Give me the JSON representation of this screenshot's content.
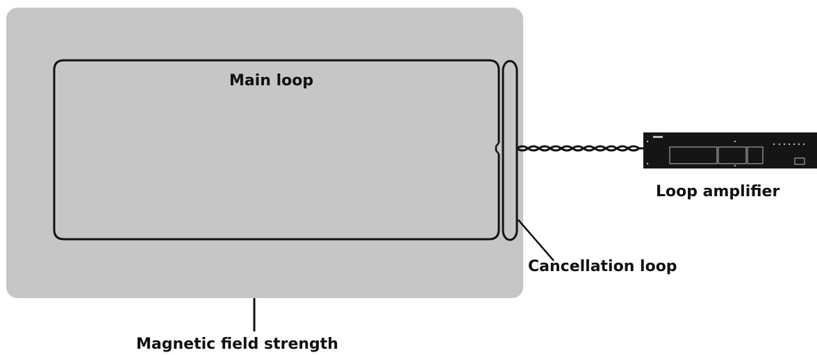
{
  "labels": {
    "main_loop": "Main loop",
    "loop_amplifier": "Loop amplifier",
    "cancellation_loop": "Cancellation loop",
    "magnetic_field_strength": "Magnetic field strength"
  },
  "colors": {
    "field_area": "#c6c6c6",
    "wire": "#111111",
    "amplifier_body": "#151515",
    "amplifier_detail": "#bdbdbd"
  }
}
